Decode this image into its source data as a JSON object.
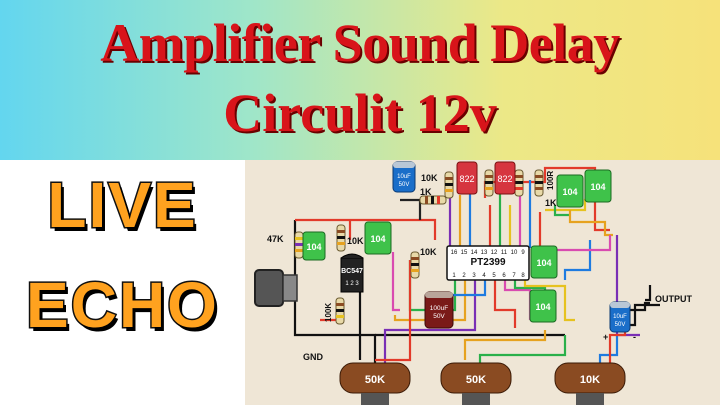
{
  "header": {
    "line1": "Amplifier Sound Delay",
    "line2": "Circulit  12v"
  },
  "side": {
    "line1": "LIVE",
    "line2": "ECHO"
  },
  "diagram": {
    "ic_label": "PT2399",
    "ic_pins_top": [
      "16",
      "15",
      "14",
      "13",
      "12",
      "11",
      "10",
      "9"
    ],
    "ic_pins_bottom": [
      "1",
      "2",
      "3",
      "4",
      "5",
      "6",
      "7",
      "8"
    ],
    "transistor_label": "BC547",
    "transistor_pins": "1  2  3",
    "cap_10uf_top": "10uF\n50V",
    "cap_100uf": "100uF\n50V",
    "cap_10uf_out": "10uF\n50V",
    "film_cap": "104",
    "red_cap": "822",
    "res_10k_a": "10K",
    "res_1k_a": "1K",
    "res_47k": "47K",
    "res_10k_b": "10K",
    "res_10k_c": "10K",
    "res_100k": "100K",
    "res_100r": "100R",
    "res_1k_b": "1K",
    "output_label": "OUTPUT",
    "gnd_label": "GND",
    "pot_50k_a": "50K",
    "pot_50k_b": "50K",
    "pot_10k": "10K",
    "plus": "+",
    "minus": "-"
  },
  "colors": {
    "title_red": "#d8141a",
    "echo_orange": "#ffa21f",
    "pot_brown": "#8a4b22",
    "film_green": "#3fc24a"
  }
}
